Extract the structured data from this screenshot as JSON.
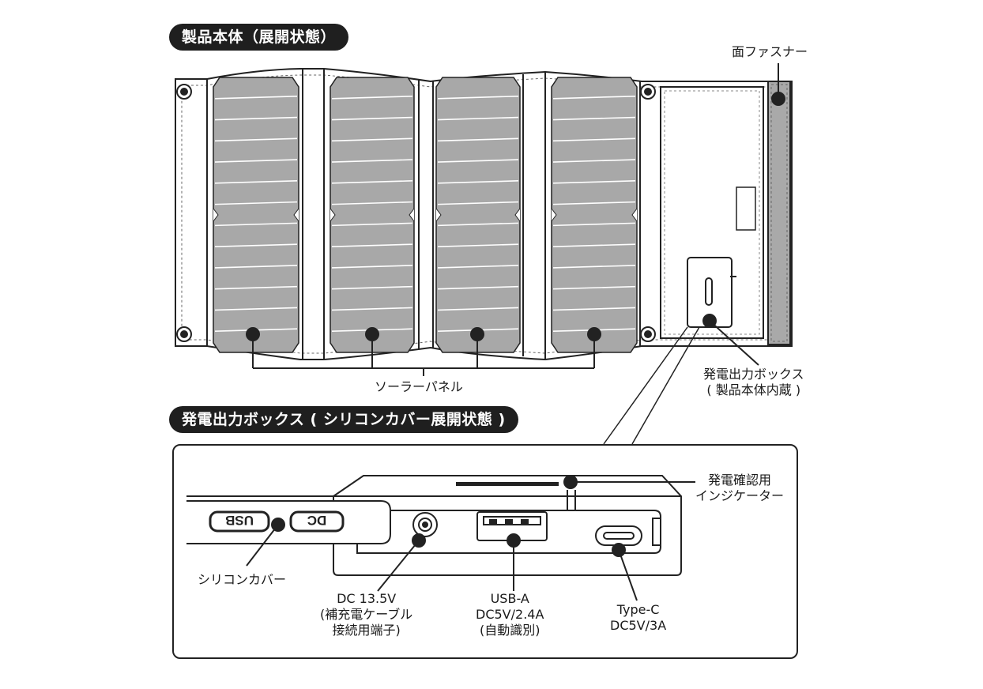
{
  "section1": {
    "title": "製品本体（展開状態）"
  },
  "section2": {
    "title": "発電出力ボックス ( シリコンカバー展開状態 )"
  },
  "callouts": {
    "fastener": "面ファスナー",
    "solar_panel": "ソーラーパネル",
    "output_box_line1": "発電出力ボックス",
    "output_box_line2": "( 製品本体内蔵 )",
    "indicator_line1": "発電確認用",
    "indicator_line2": "インジケーター",
    "silicon_cover": "シリコンカバー",
    "dc_line1": "DC 13.5V",
    "dc_line2": "(補充電ケーブル",
    "dc_line3": "接続用端子)",
    "usba_line1": "USB-A",
    "usba_line2": "DC5V/2.4A",
    "usba_line3": "(自動識別)",
    "typec_line1": "Type-C",
    "typec_line2": "DC5V/3A"
  },
  "cover_labels": {
    "usb": "USB",
    "dc": "DC"
  },
  "colors": {
    "panel_cell": "#a8a8a8",
    "panel_cell_stripe": "#8f8f8f",
    "fastener_fill": "#a9a9a9",
    "outline": "#222222",
    "pill_bg": "#1f1f1f"
  }
}
